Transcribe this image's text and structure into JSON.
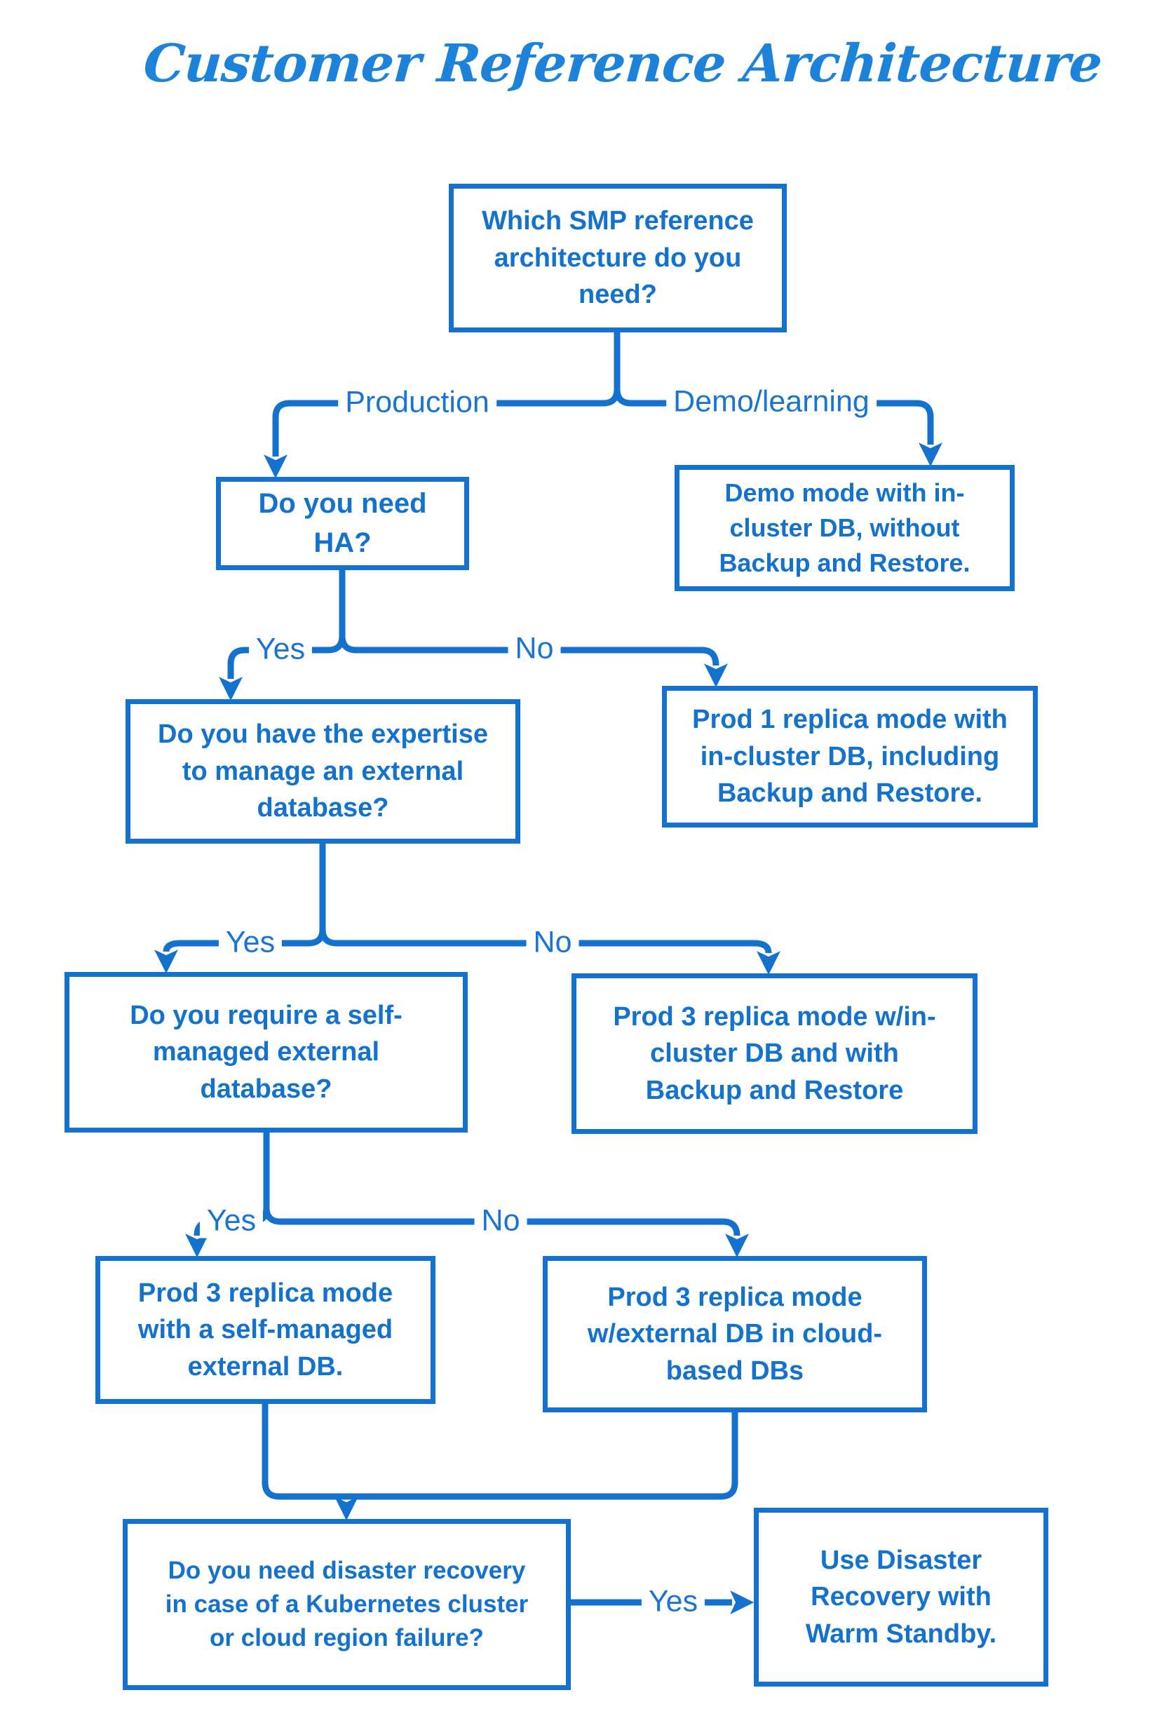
{
  "title": "Customer Reference Architecture",
  "colors": {
    "line": "#1372cd",
    "box_border": "#1372cd",
    "box_text": "#1372cd",
    "edge_label_text": "#1a74d3",
    "title_text": "#1d83da",
    "background": "#ffffff"
  },
  "nodes": {
    "root": {
      "label": "Which SMP reference\narchitecture do you\nneed?"
    },
    "ha": {
      "label": "Do you need HA?"
    },
    "demo": {
      "label": "Demo mode with in-\ncluster DB, without\nBackup and Restore."
    },
    "expertise": {
      "label": "Do you have the expertise\nto manage an external\ndatabase?"
    },
    "prod1": {
      "label": "Prod 1 replica mode with\nin-cluster DB, including\nBackup and Restore."
    },
    "selfmanaged": {
      "label": "Do you require a self-\nmanaged external\ndatabase?"
    },
    "prod3in": {
      "label": "Prod 3 replica mode w/in-\ncluster DB and with\nBackup and Restore"
    },
    "prod3self": {
      "label": "Prod 3 replica mode\nwith a self-managed\nexternal DB."
    },
    "prod3cloud": {
      "label": "Prod 3 replica mode\nw/external DB in cloud-\nbased DBs"
    },
    "dr": {
      "label": "Do you need disaster recovery\nin case of a Kubernetes cluster\nor cloud region failure?"
    },
    "warm": {
      "label": "Use Disaster\nRecovery with\nWarm Standby."
    }
  },
  "edges": {
    "production": "Production",
    "demo_learning": "Demo/learning",
    "yes1": "Yes",
    "no1": "No",
    "yes2": "Yes",
    "no2": "No",
    "yes3": "Yes",
    "no3": "No",
    "yes_dr": "Yes"
  }
}
